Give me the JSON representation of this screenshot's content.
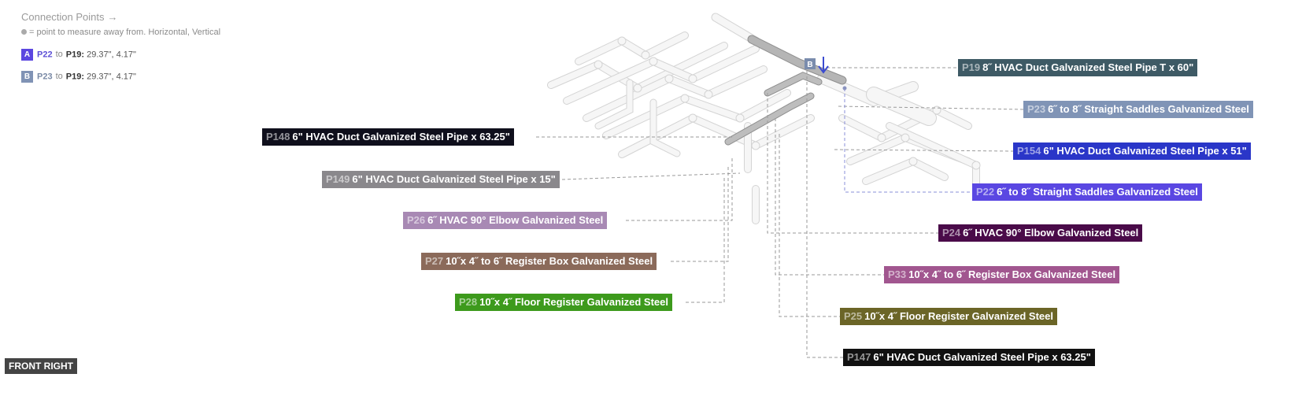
{
  "legend": {
    "title": "Connection Points",
    "title_arrow": "→",
    "note": "= point to measure away from. Horizontal, Vertical",
    "rows": [
      {
        "key": "A",
        "key_color": "#5b46e0",
        "from": "P22",
        "to_word": "to",
        "to": "P19:",
        "value": "29.37\", 4.17\""
      },
      {
        "key": "B",
        "key_color": "#8093b5",
        "from": "P23",
        "to_word": "to",
        "to": "P19:",
        "value": "29.37\", 4.17\""
      }
    ]
  },
  "labels": [
    {
      "code": "P19",
      "text": "8˝ HVAC Duct Galvanized Steel Pipe T x 60\"",
      "color": "#3e5a65"
    },
    {
      "code": "P23",
      "text": "6˝ to 8˝ Straight Saddles Galvanized Steel",
      "color": "#8094b6"
    },
    {
      "code": "P154",
      "text": "6\" HVAC Duct Galvanized Steel Pipe x 51\"",
      "color": "#2a36c8"
    },
    {
      "code": "P22",
      "text": "6˝ to 8˝ Straight Saddles Galvanized Steel",
      "color": "#5a47e2"
    },
    {
      "code": "P24",
      "text": "6˝ HVAC 90° Elbow Galvanized Steel",
      "color": "#4a0b49"
    },
    {
      "code": "P33",
      "text": "10˝x 4˝ to 6˝ Register Box Galvanized Steel",
      "color": "#a1568f"
    },
    {
      "code": "P25",
      "text": "10˝x 4˝ Floor Register Galvanized Steel",
      "color": "#6b6527"
    },
    {
      "code": "P147",
      "text": "6\" HVAC Duct Galvanized Steel Pipe x 63.25\"",
      "color": "#111111"
    },
    {
      "code": "P148",
      "text": "6\" HVAC Duct Galvanized Steel Pipe x 63.25\"",
      "color": "#0f0f1c"
    },
    {
      "code": "P149",
      "text": "6\" HVAC Duct Galvanized Steel Pipe x 15\"",
      "color": "#8a888c"
    },
    {
      "code": "P26",
      "text": "6˝ HVAC 90° Elbow Galvanized Steel",
      "color": "#a889b4"
    },
    {
      "code": "P27",
      "text": "10˝x 4˝ to 6˝ Register Box Galvanized Steel",
      "color": "#8b6a5a"
    },
    {
      "code": "P28",
      "text": "10˝x 4˝ Floor Register Galvanized Steel",
      "color": "#3d9a1c"
    }
  ],
  "marker_b": "B",
  "view": "FRONT RIGHT",
  "colors": {
    "leader": "#9a9a9a",
    "duct_outline": "#d4d4d4",
    "duct_fill": "#f6f6f6",
    "highlight": "#8f8f8f"
  }
}
